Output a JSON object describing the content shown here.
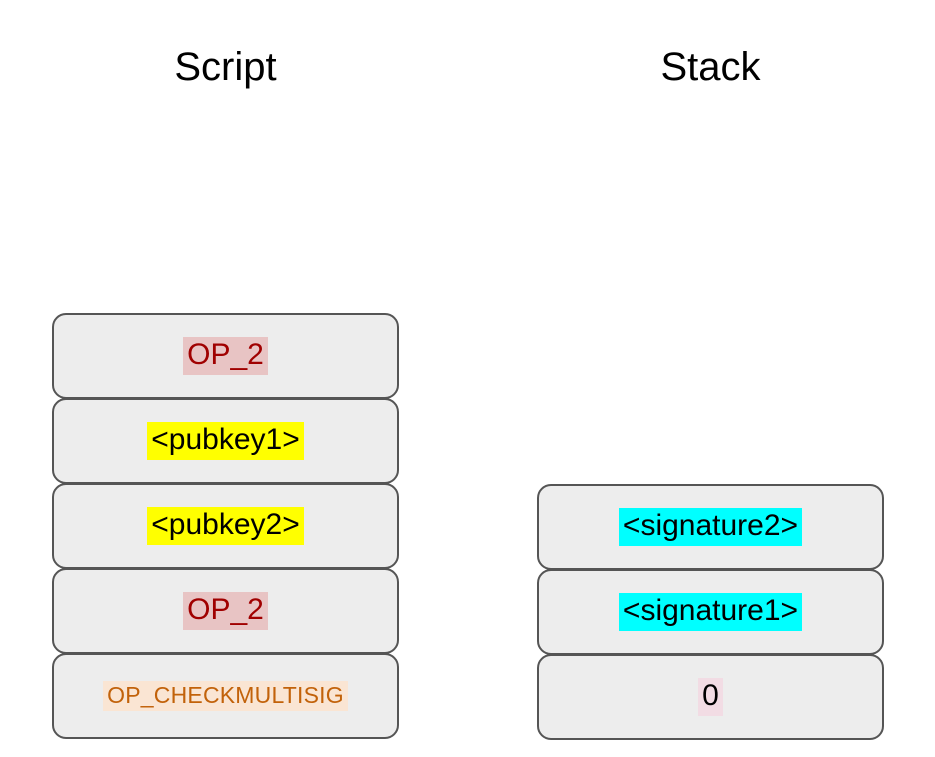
{
  "colors": {
    "background": "#ffffff",
    "box_fill": "#ededed",
    "box_border": "#555555",
    "yellow_highlight": "#ffff00",
    "cyan_highlight": "#00ffff",
    "red_highlight": "#e8c4c4",
    "red_text": "#a00000",
    "orange_highlight": "#fae5d3",
    "orange_text": "#c2620a",
    "pink_highlight": "#f2dce4",
    "text": "#000000"
  },
  "columns": {
    "script": {
      "title": "Script",
      "items": [
        {
          "label": "OP_2",
          "highlight": "red"
        },
        {
          "label": "<pubkey1>",
          "highlight": "yellow"
        },
        {
          "label": "<pubkey2>",
          "highlight": "yellow"
        },
        {
          "label": "OP_2",
          "highlight": "red"
        },
        {
          "label": "OP_CHECKMULTISIG",
          "highlight": "orange"
        }
      ]
    },
    "stack": {
      "title": "Stack",
      "items": [
        {
          "label": "<signature2>",
          "highlight": "cyan"
        },
        {
          "label": "<signature1>",
          "highlight": "cyan"
        },
        {
          "label": "0",
          "highlight": "pink"
        }
      ]
    }
  }
}
